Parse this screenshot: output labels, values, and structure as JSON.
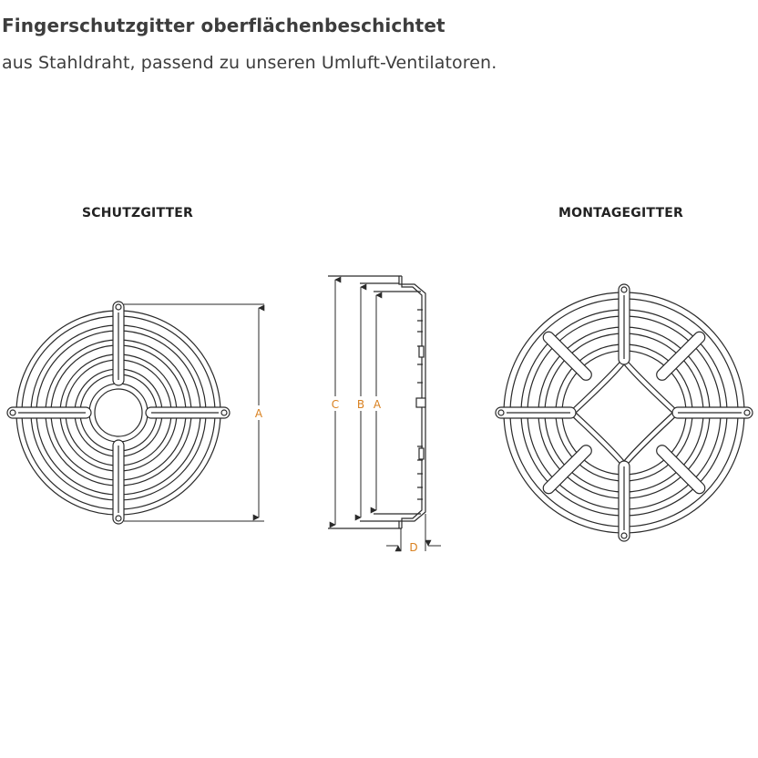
{
  "header": {
    "title": "Fingerschutzgitter oberflächenbeschichtet",
    "subtitle": "aus Stahldraht, passend zu unseren Umluft-Ventilatoren."
  },
  "figures": {
    "left_heading": "SCHUTZGITTER",
    "right_heading": "MONTAGEGITTER"
  },
  "dimensions": {
    "a_front": "A",
    "c_side": "C",
    "b_side": "B",
    "a_side": "A",
    "d_side": "D"
  },
  "colors": {
    "line": "#2a2a2a",
    "dim_label": "#d9801f",
    "text": "#3d3d3d"
  }
}
